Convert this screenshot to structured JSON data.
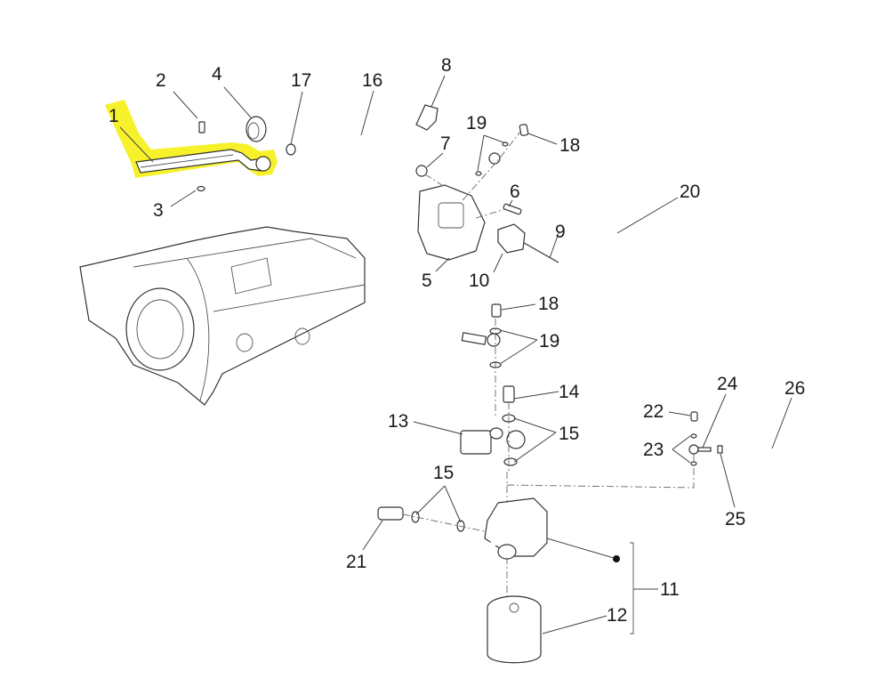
{
  "diagram": {
    "type": "exploded-parts-diagram",
    "subject": "Oil filter and line assembly",
    "highlight_color": "#f5f020",
    "highlighted_part": "1",
    "callouts": [
      {
        "id": "c1",
        "label": "1",
        "highlighted": true
      },
      {
        "id": "c2",
        "label": "2"
      },
      {
        "id": "c3",
        "label": "3"
      },
      {
        "id": "c4",
        "label": "4"
      },
      {
        "id": "c5",
        "label": "5"
      },
      {
        "id": "c6",
        "label": "6"
      },
      {
        "id": "c7",
        "label": "7"
      },
      {
        "id": "c8",
        "label": "8"
      },
      {
        "id": "c9",
        "label": "9"
      },
      {
        "id": "c10",
        "label": "10"
      },
      {
        "id": "c11",
        "label": "11"
      },
      {
        "id": "c12",
        "label": "12"
      },
      {
        "id": "c13",
        "label": "13"
      },
      {
        "id": "c14",
        "label": "14"
      },
      {
        "id": "c15a",
        "label": "15"
      },
      {
        "id": "c15b",
        "label": "15"
      },
      {
        "id": "c16",
        "label": "16"
      },
      {
        "id": "c17",
        "label": "17"
      },
      {
        "id": "c18a",
        "label": "18"
      },
      {
        "id": "c18b",
        "label": "18"
      },
      {
        "id": "c19a",
        "label": "19"
      },
      {
        "id": "c19b",
        "label": "19"
      },
      {
        "id": "c20",
        "label": "20"
      },
      {
        "id": "c21",
        "label": "21"
      },
      {
        "id": "c22",
        "label": "22"
      },
      {
        "id": "c23",
        "label": "23"
      },
      {
        "id": "c24",
        "label": "24"
      },
      {
        "id": "c25",
        "label": "25"
      },
      {
        "id": "c26",
        "label": "26"
      }
    ]
  }
}
